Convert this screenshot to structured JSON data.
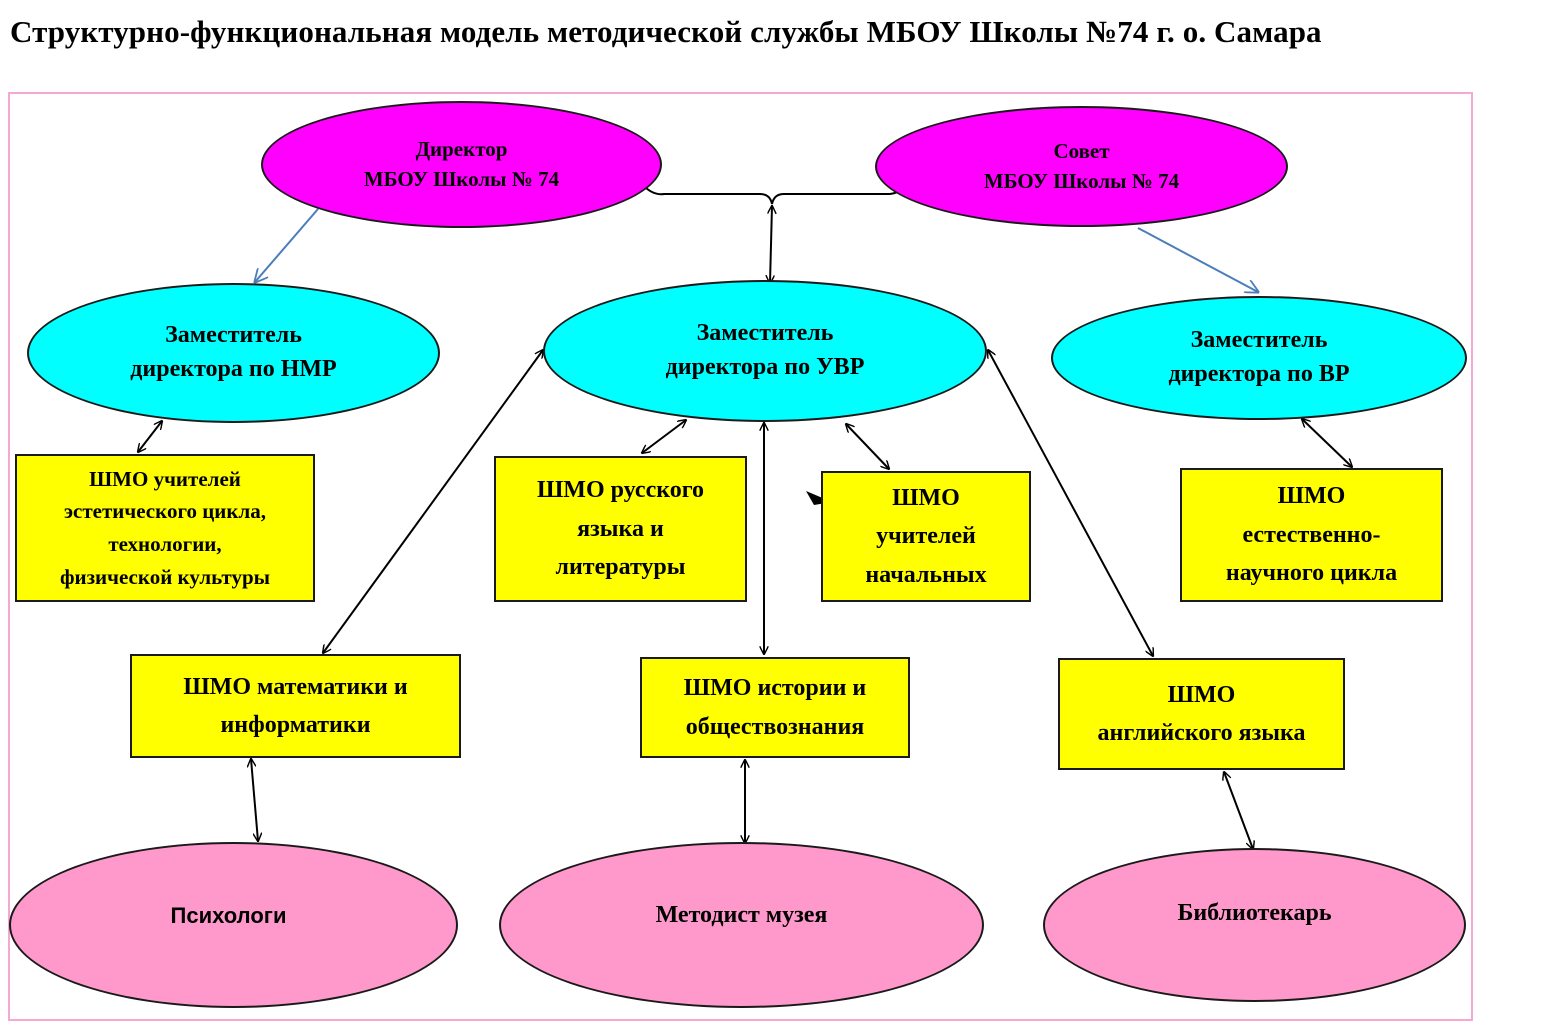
{
  "title": "Структурно-функциональная модель методической службы МБОУ Школы №74  г. о. Самара",
  "nodes": {
    "director": [
      "Директор",
      "МБОУ Школы № 74"
    ],
    "council": [
      "Совет",
      "МБОУ Школы № 74"
    ],
    "deputy_nmr": [
      "Заместитель",
      "директора по НМР"
    ],
    "deputy_uvr": [
      "Заместитель",
      "директора по УВР"
    ],
    "deputy_vr": [
      "Заместитель",
      "директора по ВР"
    ],
    "shmo_aesthetic": [
      "ШМО учителей",
      "эстетического цикла,",
      "технологии,",
      "физической культуры"
    ],
    "shmo_russian": [
      "ШМО русского",
      "языка и",
      "литературы"
    ],
    "shmo_primary": [
      "ШМО",
      "учителей",
      "начальных"
    ],
    "shmo_science": [
      "ШМО",
      "естественно-",
      "научного цикла"
    ],
    "shmo_math": [
      "ШМО математики и",
      "информатики"
    ],
    "shmo_history": [
      "ШМО истории и",
      "обществознания"
    ],
    "shmo_english": [
      "ШМО",
      "английского языка"
    ],
    "psychologists": [
      "Психологи"
    ],
    "museum_methodist": [
      "Методист музея"
    ],
    "librarian": [
      "Библиотекарь"
    ]
  },
  "colors": {
    "top_level": "#ff00ff",
    "deputies": "#00ffff",
    "shmo": "#ffff00",
    "specialists": "#ff99cc",
    "frame": "#f4a8d4",
    "blue_arrow": "#4a7ebb"
  }
}
